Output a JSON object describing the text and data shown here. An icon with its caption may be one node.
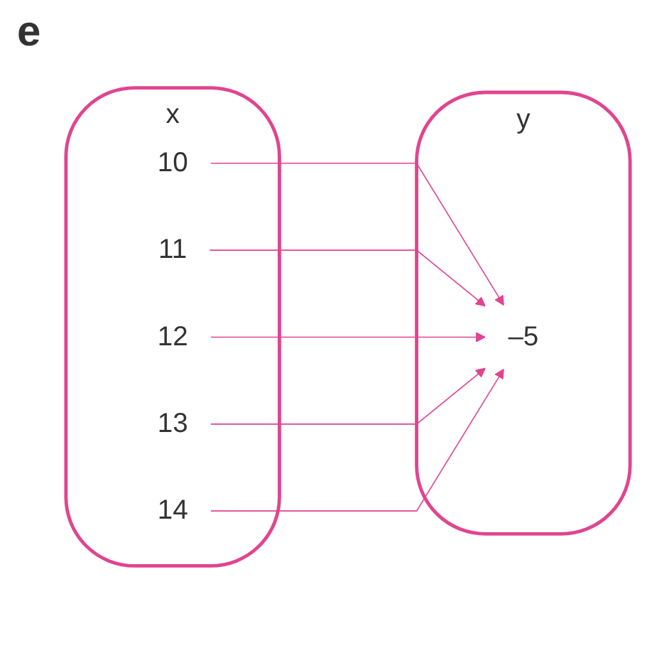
{
  "diagram": {
    "nodes": [
      {
        "text": [
          "x"
        ]
      },
      {
        "text": [
          "10"
        ],
        "in": 0
      },
      {
        "text": [
          "11"
        ],
        "in": 0
      },
      {
        "text": [
          "12"
        ],
        "in": 0
      },
      {
        "text": [
          "13"
        ],
        "in": 0
      },
      {
        "text": [
          "14"
        ],
        "in": 0
      },
      {
        "text": [
          "y"
        ]
      },
      {
        "text": [
          "–5"
        ],
        "in": 6
      }
    ],
    "edges": [
      {
        "from": 1,
        "to": 7,
        "arrow": "to"
      },
      {
        "from": 2,
        "to": 7,
        "arrow": "to"
      },
      {
        "from": 3,
        "to": 7,
        "arrow": "to"
      },
      {
        "from": 4,
        "to": 7,
        "arrow": "to"
      },
      {
        "from": 5,
        "to": 7,
        "arrow": "to"
      }
    ],
    "labels": [
      "e"
    ]
  }
}
